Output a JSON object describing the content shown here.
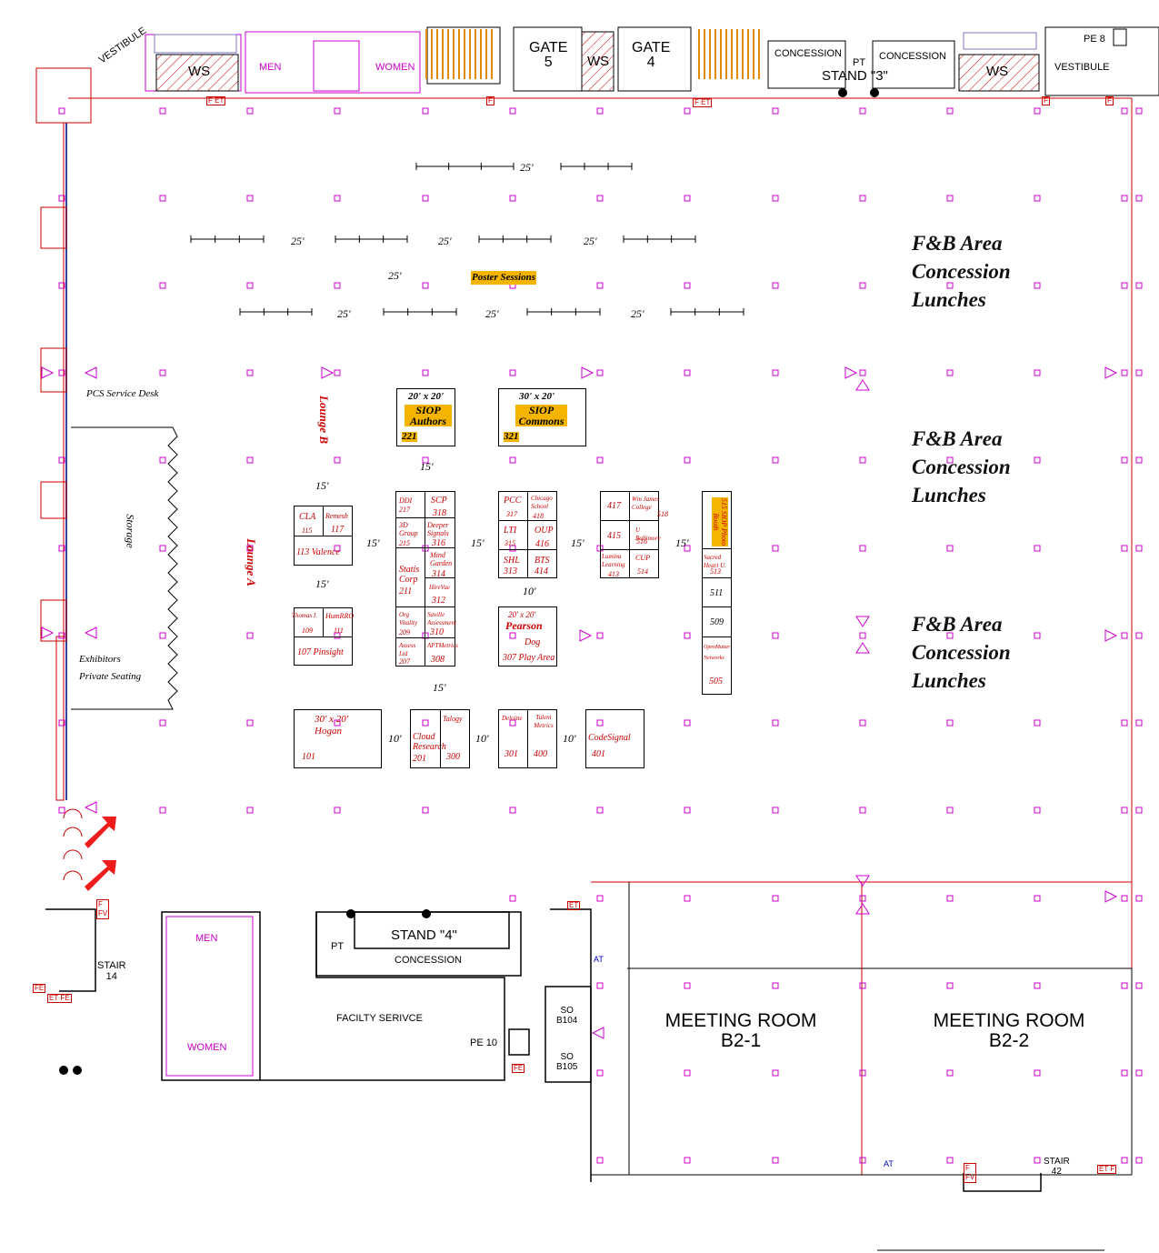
{
  "top_rooms": {
    "vestibule_left": "VESTIBULE",
    "ws_1": "WS",
    "men": "MEN",
    "women": "WOMEN",
    "gate5": "GATE\n5",
    "ws_2": "WS",
    "gate4": "GATE\n4",
    "concession_1": "CONCESSION",
    "pt_top": "PT",
    "stand3": "STAND \"3\"",
    "concession_2": "CONCESSION",
    "ws_3": "WS",
    "vestibule_right": "VESTIBULE",
    "pe8": "PE 8"
  },
  "fb_areas": [
    [
      "F&B Area",
      "Concession",
      "Lunches"
    ],
    [
      "F&B Area",
      "Concession",
      "Lunches"
    ],
    [
      "F&B Area",
      "Concession",
      "Lunches"
    ]
  ],
  "poster_sessions": "Poster Sessions",
  "dimension_25": "25'",
  "dimension_15": "15'",
  "dimension_10": "10'",
  "pcs_service_desk": "PCS Service Desk",
  "storage": "Storage",
  "exhibitors_seating": [
    "Exhibitors",
    "Private Seating"
  ],
  "lounge_a": "Lounge A",
  "lounge_b": "Lounge B",
  "siop_authors": {
    "size": "20' x 20'",
    "name": [
      "SIOP",
      "Authors"
    ],
    "num": "221"
  },
  "siop_commons": {
    "size": "30' x 20'",
    "name": [
      "SIOP",
      "Commons"
    ],
    "num": "321"
  },
  "booths": {
    "b115_cla": "CLA",
    "b115": "115",
    "b117_name": "Remesh",
    "b117": "117",
    "b113": "113 Valence",
    "b109_name": "Thomas I.",
    "b109": "109",
    "b111_name": "HumRRO",
    "b111": "111",
    "b107": "107 Pinsight",
    "b217_name": "DDI",
    "b217": "217",
    "b318_name": "SCP",
    "b318": "318",
    "b215_name": "3D Group",
    "b215": "215",
    "b316_name": "Deeper Signals",
    "b316": "316",
    "b314_name": "Mind Garden",
    "b314": "314",
    "b211_name": "Statis Corp",
    "b211": "211",
    "b312_name": "HireVue",
    "b312": "312",
    "b209_name": "Org Vitality",
    "b209": "209",
    "b310_name": "Saville Assessment",
    "b310": "310",
    "b207_name": "Assess Ltd",
    "b207": "207",
    "b308_name": "APTMetrics",
    "b308": "308",
    "b317_name": "PCC",
    "b317": "317",
    "b418_name": "Chicago School",
    "b418": "418",
    "b315_name": "LTI",
    "b315": "315",
    "b416_name": "OUP",
    "b416": "416",
    "b313_name": "SHL",
    "b313": "313",
    "b414_name": "BTS",
    "b414": "414",
    "b417": "417",
    "b518_name": "Wm James College",
    "b518": "518",
    "b415": "415",
    "b516_name": "U Baltimore",
    "b516": "516",
    "b413_name": "Lumina Learning",
    "b413": "413",
    "b514_name": "CUP",
    "b514": "514",
    "b515": "515 SIOP Photo Booth",
    "b513_name": "Sacred Heart U.",
    "b513": "513",
    "b511": "511",
    "b509": "509",
    "b505_name": "OpenMatter Networks",
    "b505": "505",
    "pearson_size": "20' x 20'",
    "pearson": "Pearson",
    "dog": "Dog",
    "b307": "307 Play Area",
    "hogan_size": "30' x 20'",
    "hogan": "Hogan",
    "b101": "101",
    "cloud": "Cloud Research",
    "b201": "201",
    "talogy": "Talogy",
    "b300": "300",
    "deloitte": "Deloitte",
    "b301": "301",
    "talent": "Talent Metrics",
    "b400": "400",
    "codesignal": "CodeSignal",
    "b401": "401"
  },
  "bottom_rooms": {
    "men": "MEN",
    "women": "WOMEN",
    "stair14": "STAIR\n14",
    "pt": "PT",
    "stand4": "STAND \"4\"",
    "concession": "CONCESSION",
    "facility": "FACILTY SERIVCE",
    "pe10": "PE 10",
    "so_b104": "SO\nB104",
    "so_b105": "SO\nB105",
    "meeting_b21": "MEETING ROOM\nB2-1",
    "meeting_b22": "MEETING ROOM\nB2-2",
    "stair42": "STAIR\n42",
    "at1": "AT",
    "at2": "AT"
  },
  "tags": {
    "fe": "FE",
    "et": "ET",
    "f": "F",
    "fv": "FV"
  },
  "colors": {
    "wall": "#cc0000",
    "column": "#cc00cc",
    "booth_text": "#cc0000",
    "highlight": "#f4b400",
    "arrow": "#ee1c1c"
  }
}
